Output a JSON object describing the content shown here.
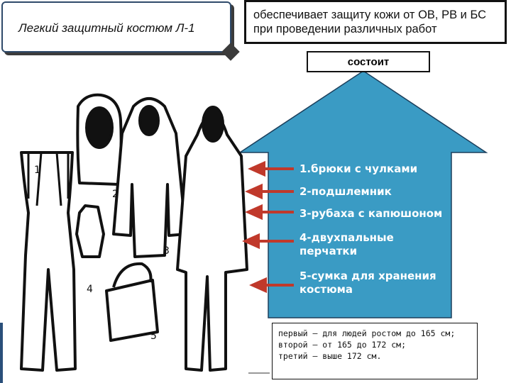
{
  "title": "Легкий защитный костюм Л-1",
  "description": "обеспечивает защиту кожи от ОВ, РВ и БС при проведении различных работ",
  "consists_label": "состоит",
  "items": [
    "1.брюки с чулками",
    "2-подшлемник",
    "3-рубаха с капюшоном",
    "4-двухпальные перчатки",
    "5-сумка для хранения костюма"
  ],
  "figure_numbers": [
    "1",
    "2",
    "3",
    "4",
    "5"
  ],
  "sizes_note": [
    "первый — для людей ростом до 165 см;",
    "второй — от 165 до 172 см;",
    "третий — выше 172 см."
  ],
  "colors": {
    "arrow_fill": "#3a9bc4",
    "arrow_stroke": "#1c3f5c",
    "pointer_arrow": "#c0392b"
  }
}
